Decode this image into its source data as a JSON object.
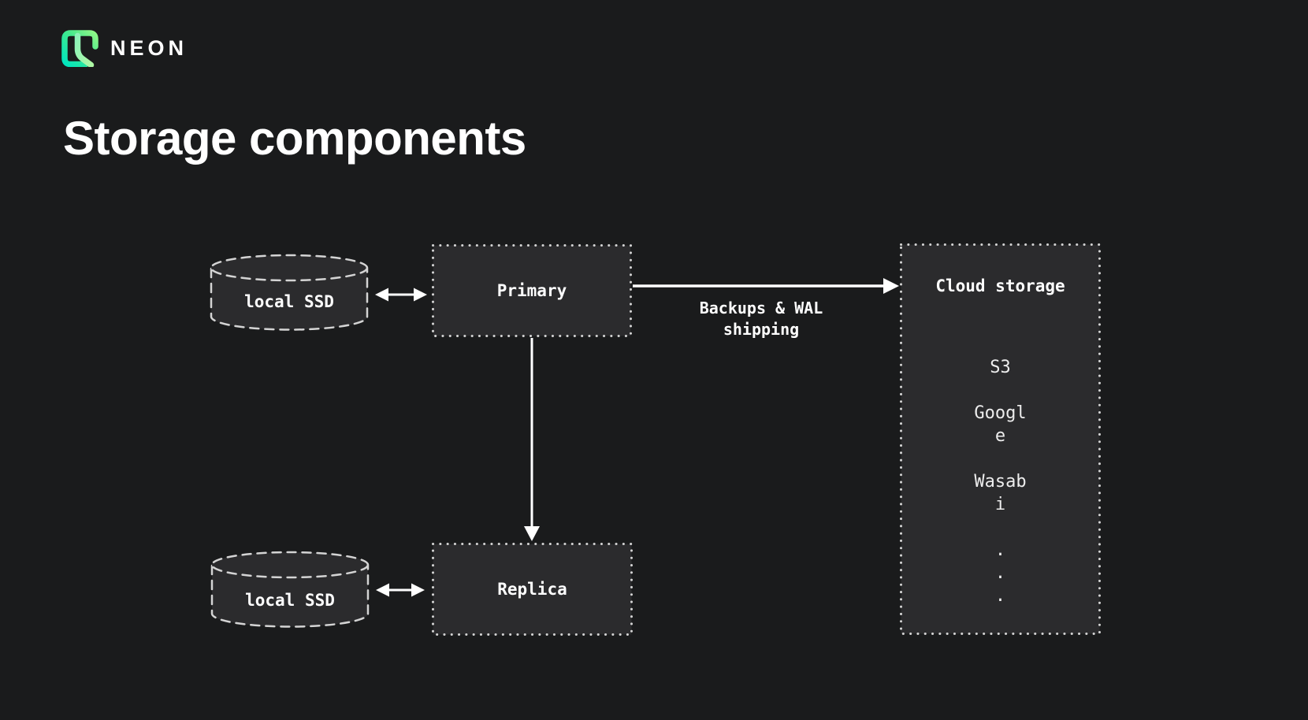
{
  "brand": {
    "logo_icon": "neon-logo",
    "wordmark": "NEON"
  },
  "title": "Storage components",
  "colors": {
    "background": "#1a1b1c",
    "node_fill": "#2b2b2d",
    "node_border": "#d4d4d4",
    "arrow": "#ffffff",
    "text": "#ffffff",
    "content_text": "#ededed",
    "logo_gradient_start": "#00e5bf",
    "logo_gradient_end": "#8ff787"
  },
  "diagram": {
    "nodes": {
      "local_ssd_top": {
        "shape": "cylinder",
        "label": "local SSD"
      },
      "primary": {
        "shape": "dotted-box",
        "label": "Primary"
      },
      "local_ssd_bottom": {
        "shape": "cylinder",
        "label": "local SSD"
      },
      "replica": {
        "shape": "dotted-box",
        "label": "Replica"
      },
      "cloud_storage": {
        "shape": "dotted-box",
        "title": "Cloud storage",
        "items": "S3\n\nGoogle\n\nWasabi\n\n.\n.\n."
      }
    },
    "edges": {
      "ssd_primary": {
        "from": "local_ssd_top",
        "to": "primary",
        "type": "bidirectional"
      },
      "primary_cloud": {
        "from": "primary",
        "to": "cloud_storage",
        "type": "arrow",
        "label": "Backups & WAL shipping"
      },
      "primary_replica": {
        "from": "primary",
        "to": "replica",
        "type": "arrow"
      },
      "ssd_replica": {
        "from": "local_ssd_bottom",
        "to": "replica",
        "type": "bidirectional"
      }
    }
  }
}
